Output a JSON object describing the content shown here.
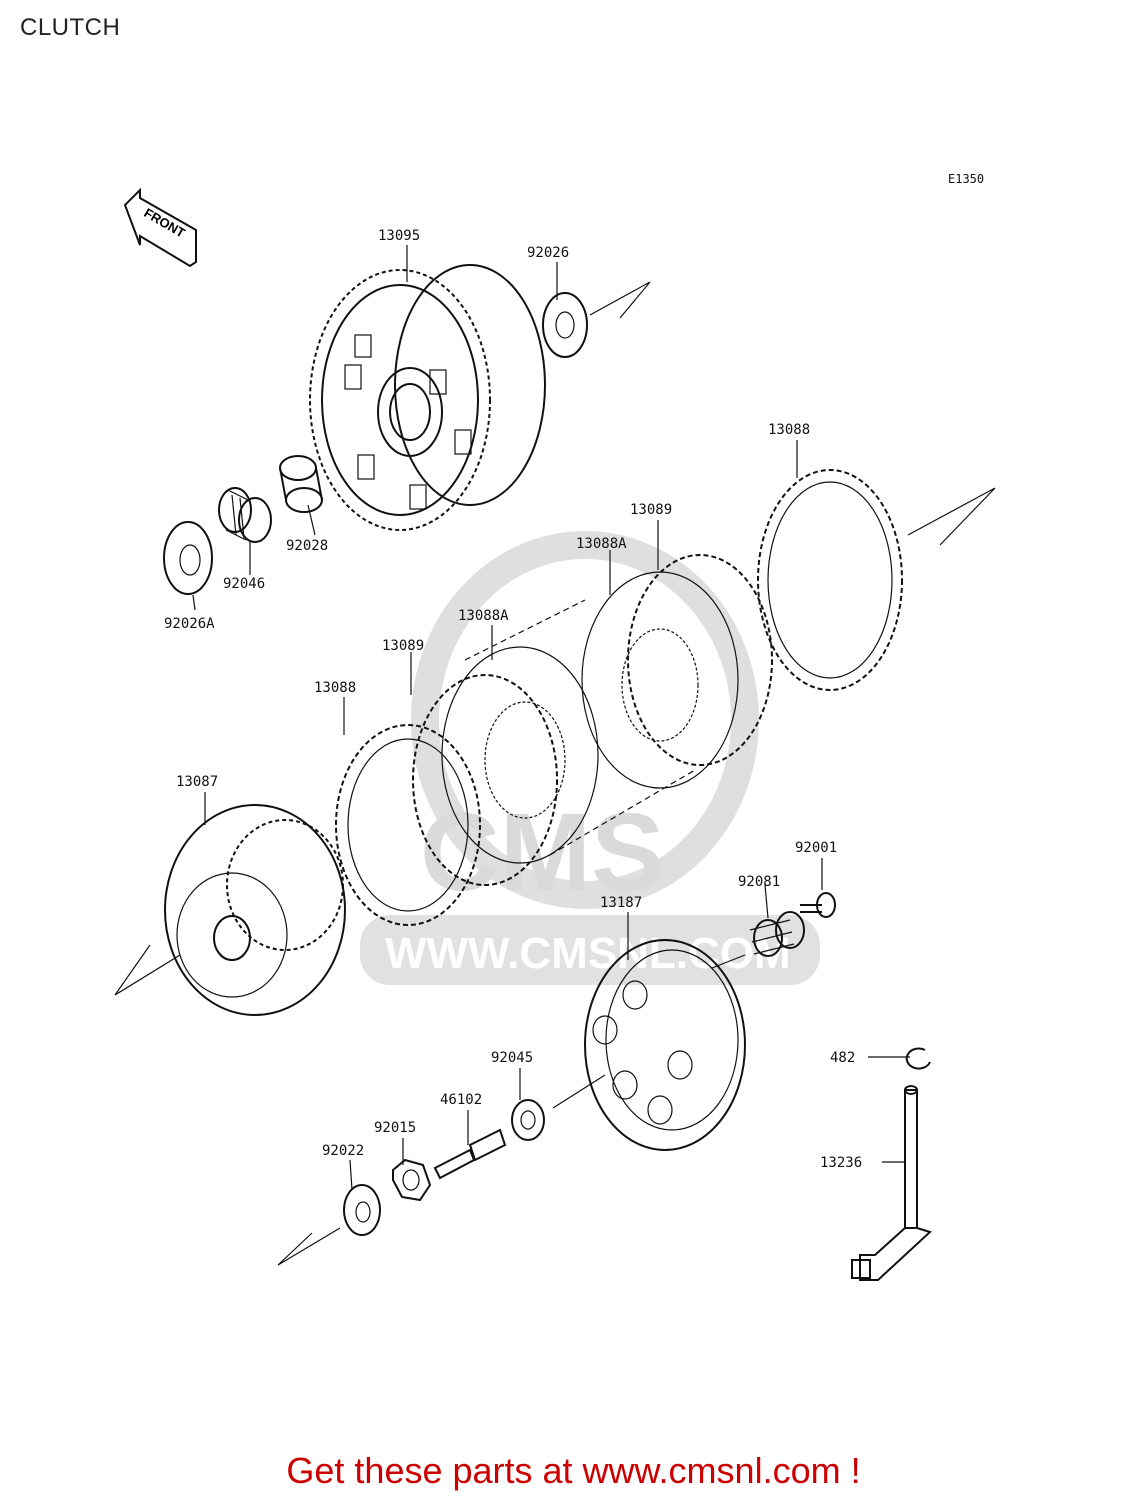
{
  "page": {
    "title": "CLUTCH",
    "diagram_code": "E1350"
  },
  "front_arrow": {
    "label": "FRONT",
    "icon": "front-arrow-icon"
  },
  "watermark": {
    "text": "WWW.CMSNL.COM",
    "logo": "CMS"
  },
  "parts": [
    {
      "number": "13095"
    },
    {
      "number": "92026"
    },
    {
      "number": "13088"
    },
    {
      "number": "92028"
    },
    {
      "number": "92046"
    },
    {
      "number": "92026A"
    },
    {
      "number": "13089"
    },
    {
      "number": "13088A"
    },
    {
      "number": "13088A"
    },
    {
      "number": "13089"
    },
    {
      "number": "13088"
    },
    {
      "number": "13087"
    },
    {
      "number": "92001"
    },
    {
      "number": "92081"
    },
    {
      "number": "13187"
    },
    {
      "number": "482"
    },
    {
      "number": "92045"
    },
    {
      "number": "46102"
    },
    {
      "number": "92015"
    },
    {
      "number": "92022"
    },
    {
      "number": "13236"
    }
  ],
  "footer": {
    "text": "Get these parts at www.cmsnl.com !"
  }
}
